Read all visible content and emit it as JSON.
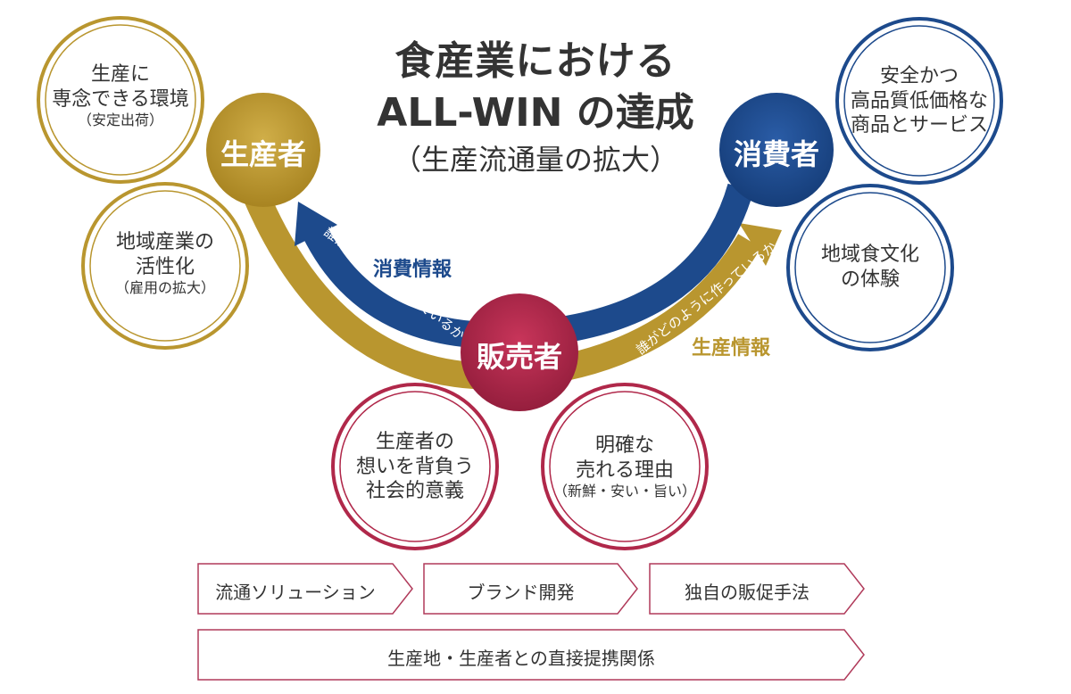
{
  "title": {
    "line1": "食産業における",
    "line2": "ALL-WIN の達成",
    "line3": "（生産流通量の拡大）"
  },
  "nodes": {
    "producer": "生産者",
    "consumer": "消費者",
    "seller": "販売者"
  },
  "flows": {
    "consumer_info_label": "消費情報",
    "consumer_info_sub": "誰がどのように食べているか",
    "producer_info_label": "生産情報",
    "producer_info_sub": "誰がどのように作っているか"
  },
  "producer_bubbles": [
    {
      "lines": [
        "生産に",
        "専念できる環境"
      ],
      "note": "（安定出荷）"
    },
    {
      "lines": [
        "地域産業の",
        "活性化"
      ],
      "note": "（雇用の拡大）"
    }
  ],
  "consumer_bubbles": [
    {
      "lines": [
        "安全かつ",
        "高品質低価格な",
        "商品とサービス"
      ],
      "note": ""
    },
    {
      "lines": [
        "地域食文化",
        "の体験"
      ],
      "note": ""
    }
  ],
  "seller_bubbles": [
    {
      "lines": [
        "生産者の",
        "想いを背負う",
        "社会的意義"
      ],
      "note": ""
    },
    {
      "lines": [
        "明確な",
        "売れる理由"
      ],
      "note": "（新鮮・安い・旨い）"
    }
  ],
  "solutions": [
    "流通ソリューション",
    "ブランド開発",
    "独自の販促手法"
  ],
  "foundation": "生産地・生産者との直接提携関係",
  "colors": {
    "gold": "#B9962F",
    "navy": "#1D4A8C",
    "crimson": "#B0284A",
    "chevron_border": "#B03A5A"
  }
}
